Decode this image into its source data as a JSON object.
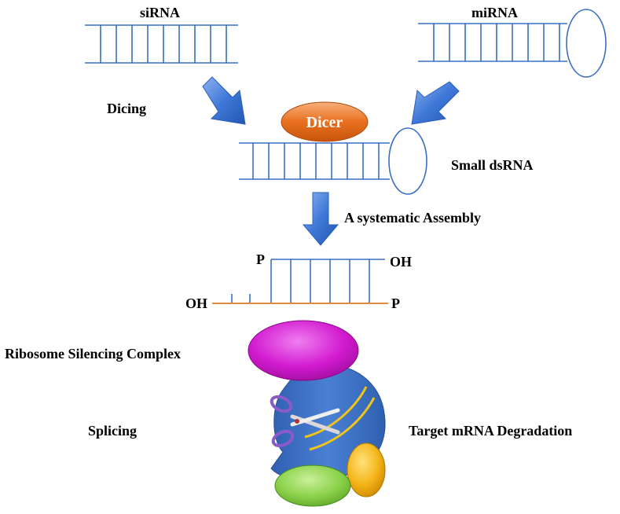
{
  "labels": {
    "sirna": "siRNA",
    "mirna": "miRNA",
    "dicing": "Dicing",
    "dicer": "Dicer",
    "small_dsrna": "Small dsRNA",
    "assembly": "A systematic Assembly",
    "p_top": "P",
    "oh_top": "OH",
    "oh_bottom": "OH",
    "p_bottom": "P",
    "complex": "Ribosome Silencing Complex",
    "splicing": "Splicing",
    "degradation": "Target mRNA Degradation"
  },
  "colors": {
    "strand": "#3a6fc4",
    "arrow": "#3f78d8",
    "dicer": "#e8701f",
    "guide_strand": "#e08a3c",
    "complex_top": "#d21bd0",
    "complex_body": "#3b6fc0",
    "complex_green": "#8bd14a",
    "complex_yellow": "#f4b51a",
    "rna_track": "#f0c419",
    "scissors_handle": "#8a5bc8"
  }
}
